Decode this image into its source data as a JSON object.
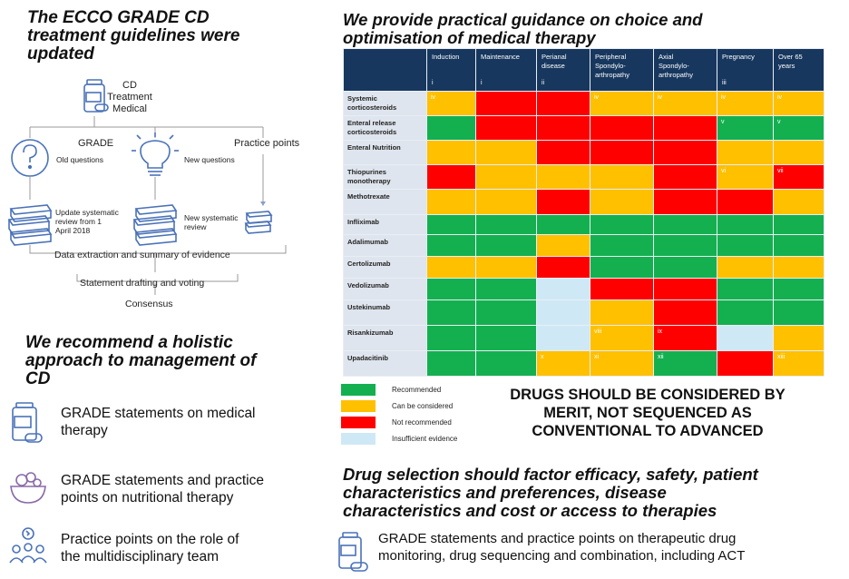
{
  "left": {
    "heading1": [
      "The ECCO GRADE CD",
      "treatment guidelines were",
      "updated"
    ],
    "flow": {
      "top_label": [
        "CD",
        "Treatment",
        "Medical"
      ],
      "grade_label": "GRADE",
      "old_questions": "Old questions",
      "new_questions": "New questions",
      "practice_points": "Practice points",
      "update_review": [
        "Update systematic",
        "review from 1",
        "April 2018"
      ],
      "new_review": [
        "New systematic",
        "review"
      ],
      "extraction": "Data extraction and summary of evidence",
      "drafting": "Statement drafting and voting",
      "consensus": "Consensus"
    },
    "heading2": [
      "We recommend a holistic",
      "approach to management of",
      "CD"
    ],
    "features": [
      {
        "icon": "pill-bottle-icon",
        "text": [
          "GRADE statements on medical",
          "therapy"
        ]
      },
      {
        "icon": "fruit-bowl-icon",
        "text": [
          "GRADE statements and practice",
          "points on nutritional therapy"
        ]
      },
      {
        "icon": "team-icon",
        "text": [
          "Practice points on the role of",
          "the multidisciplinary team"
        ]
      }
    ]
  },
  "right": {
    "heading": [
      "We provide practical guidance on choice and",
      "optimisation of medical therapy"
    ],
    "table": {
      "columns": [
        {
          "label": [
            "Induction"
          ],
          "roman": "i"
        },
        {
          "label": [
            "Maintenance"
          ],
          "roman": "i"
        },
        {
          "label": [
            "Perianal",
            "disease"
          ],
          "roman": "ii"
        },
        {
          "label": [
            "Peripheral",
            "Spondylo-",
            "arthropathy"
          ],
          "roman": ""
        },
        {
          "label": [
            "Axial",
            "Spondylo-",
            "arthropathy"
          ],
          "roman": ""
        },
        {
          "label": [
            "Pregnancy"
          ],
          "roman": "iii"
        },
        {
          "label": [
            "Over 65",
            "years"
          ],
          "roman": ""
        }
      ],
      "rows": [
        {
          "drug": [
            "Systemic",
            "corticosteroids"
          ],
          "cells": [
            [
              "A",
              "iv"
            ],
            [
              "R",
              ""
            ],
            [
              "R",
              ""
            ],
            [
              "A",
              "iv"
            ],
            [
              "A",
              "iv"
            ],
            [
              "A",
              "iv"
            ],
            [
              "A",
              "iv"
            ]
          ]
        },
        {
          "drug": [
            "Enteral release",
            "corticosteroids"
          ],
          "cells": [
            [
              "G",
              ""
            ],
            [
              "R",
              ""
            ],
            [
              "R",
              ""
            ],
            [
              "R",
              ""
            ],
            [
              "R",
              ""
            ],
            [
              "G",
              "v"
            ],
            [
              "G",
              "v"
            ]
          ]
        },
        {
          "drug": [
            "Enteral Nutrition"
          ],
          "cells": [
            [
              "A",
              ""
            ],
            [
              "A",
              ""
            ],
            [
              "R",
              ""
            ],
            [
              "R",
              ""
            ],
            [
              "R",
              ""
            ],
            [
              "A",
              ""
            ],
            [
              "A",
              ""
            ]
          ]
        },
        {
          "drug": [
            "Thiopurines",
            "monotherapy"
          ],
          "cells": [
            [
              "R",
              ""
            ],
            [
              "A",
              ""
            ],
            [
              "A",
              ""
            ],
            [
              "A",
              ""
            ],
            [
              "R",
              ""
            ],
            [
              "A",
              "vi"
            ],
            [
              "R",
              "vii"
            ]
          ]
        },
        {
          "drug": [
            "Methotrexate"
          ],
          "cells": [
            [
              "A",
              ""
            ],
            [
              "A",
              ""
            ],
            [
              "R",
              ""
            ],
            [
              "A",
              ""
            ],
            [
              "R",
              ""
            ],
            [
              "R",
              ""
            ],
            [
              "A",
              ""
            ]
          ]
        },
        {
          "drug": [
            "Infliximab"
          ],
          "cells": [
            [
              "G",
              ""
            ],
            [
              "G",
              ""
            ],
            [
              "G",
              ""
            ],
            [
              "G",
              ""
            ],
            [
              "G",
              ""
            ],
            [
              "G",
              ""
            ],
            [
              "G",
              ""
            ]
          ]
        },
        {
          "drug": [
            "Adalimumab"
          ],
          "cells": [
            [
              "G",
              ""
            ],
            [
              "G",
              ""
            ],
            [
              "A",
              ""
            ],
            [
              "G",
              ""
            ],
            [
              "G",
              ""
            ],
            [
              "G",
              ""
            ],
            [
              "G",
              ""
            ]
          ]
        },
        {
          "drug": [
            "Certolizumab"
          ],
          "cells": [
            [
              "A",
              ""
            ],
            [
              "A",
              ""
            ],
            [
              "R",
              ""
            ],
            [
              "G",
              ""
            ],
            [
              "G",
              ""
            ],
            [
              "A",
              ""
            ],
            [
              "A",
              ""
            ]
          ]
        },
        {
          "drug": [
            "Vedolizumab"
          ],
          "cells": [
            [
              "G",
              ""
            ],
            [
              "G",
              ""
            ],
            [
              "B",
              ""
            ],
            [
              "R",
              ""
            ],
            [
              "R",
              ""
            ],
            [
              "G",
              ""
            ],
            [
              "G",
              ""
            ]
          ]
        },
        {
          "drug": [
            "Ustekinumab"
          ],
          "cells": [
            [
              "G",
              ""
            ],
            [
              "G",
              ""
            ],
            [
              "B",
              ""
            ],
            [
              "A",
              ""
            ],
            [
              "R",
              ""
            ],
            [
              "G",
              ""
            ],
            [
              "G",
              ""
            ]
          ]
        },
        {
          "drug": [
            "Risankizumab"
          ],
          "cells": [
            [
              "G",
              ""
            ],
            [
              "G",
              ""
            ],
            [
              "B",
              ""
            ],
            [
              "A",
              "viii"
            ],
            [
              "R",
              "ix"
            ],
            [
              "B",
              ""
            ],
            [
              "A",
              ""
            ]
          ]
        },
        {
          "drug": [
            "Upadacitinib"
          ],
          "cells": [
            [
              "G",
              ""
            ],
            [
              "G",
              ""
            ],
            [
              "A",
              "x"
            ],
            [
              "A",
              "xi"
            ],
            [
              "G",
              "xii"
            ],
            [
              "R",
              ""
            ],
            [
              "A",
              "xiii"
            ]
          ]
        }
      ]
    },
    "legend": [
      {
        "key": "G",
        "label": "Recommended"
      },
      {
        "key": "A",
        "label": "Can be considered"
      },
      {
        "key": "R",
        "label": "Not recommended"
      },
      {
        "key": "B",
        "label": "Insufficient evidence"
      }
    ],
    "note": [
      "DRUGS SHOULD BE CONSIDERED BY",
      "MERIT, NOT SEQUENCED AS",
      "CONVENTIONAL TO ADVANCED"
    ],
    "heading3": [
      "Drug selection should factor efficacy, safety, patient",
      "characteristics and preferences, disease",
      "characteristics and cost or access to therapies"
    ],
    "bottom_feature": {
      "icon": "pill-bottle-icon",
      "text": [
        "GRADE statements and practice points on therapeutic drug",
        "monitoring, drug sequencing and combination, including ACT"
      ]
    }
  },
  "colors": {
    "G": "#14b050",
    "A": "#ffc000",
    "R": "#ff0000",
    "B": "#cfe8f6",
    "header": "#17375e",
    "rowlabel": "#dfe5ee",
    "icon": "#4a72b8"
  }
}
